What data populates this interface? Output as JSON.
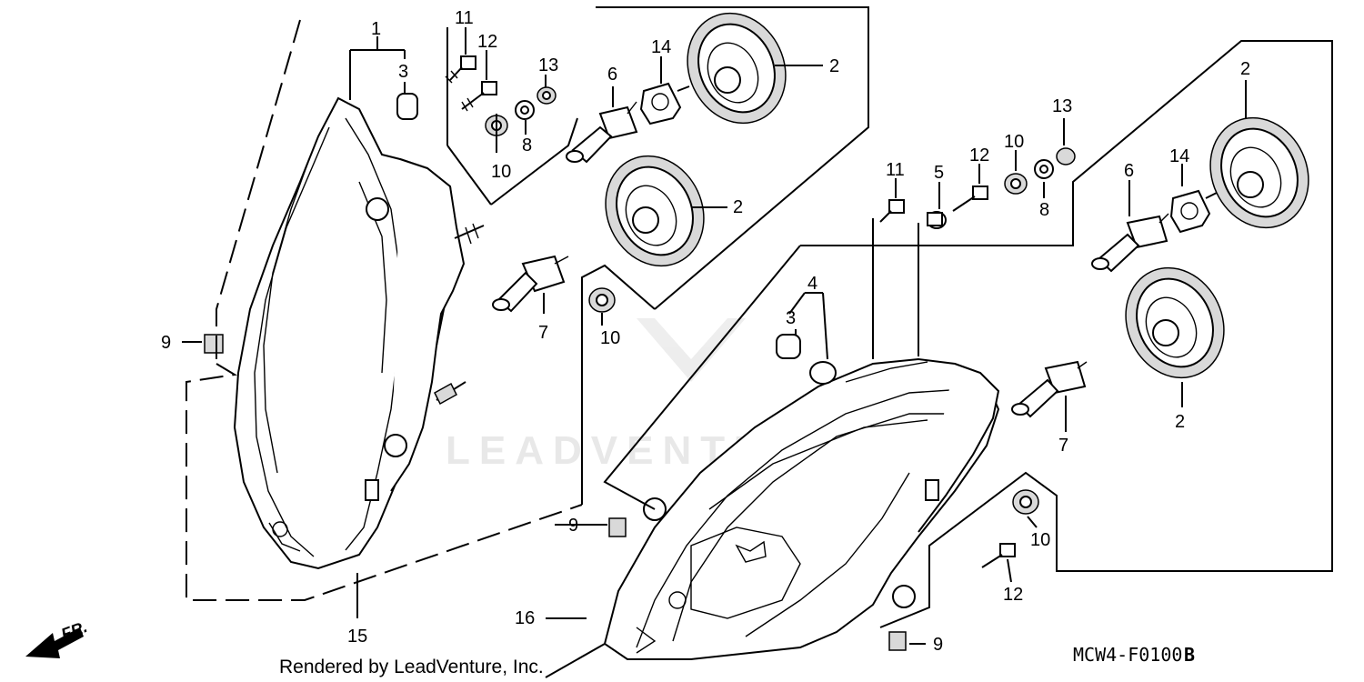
{
  "callouts": {
    "c1": "1",
    "c2a": "2",
    "c2b": "2",
    "c2c": "2",
    "c2d": "2",
    "c3a": "3",
    "c3b": "3",
    "c4": "4",
    "c5": "5",
    "c6a": "6",
    "c6b": "6",
    "c7a": "7",
    "c7b": "7",
    "c8a": "8",
    "c8b": "8",
    "c9a": "9",
    "c9b": "9",
    "c9c": "9",
    "c10a": "10",
    "c10b": "10",
    "c10c": "10",
    "c10d": "10",
    "c11a": "11",
    "c11b": "11",
    "c12a": "12",
    "c12b": "12",
    "c12c": "12",
    "c13a": "13",
    "c13b": "13",
    "c14a": "14",
    "c14b": "14",
    "c15": "15",
    "c16": "16"
  },
  "direction_marker": "FR.",
  "credit": "Rendered by LeadVenture, Inc.",
  "diagram_code": "MCW4-F0100",
  "diagram_code_suffix": "B",
  "watermark": "LEADVENTURE"
}
